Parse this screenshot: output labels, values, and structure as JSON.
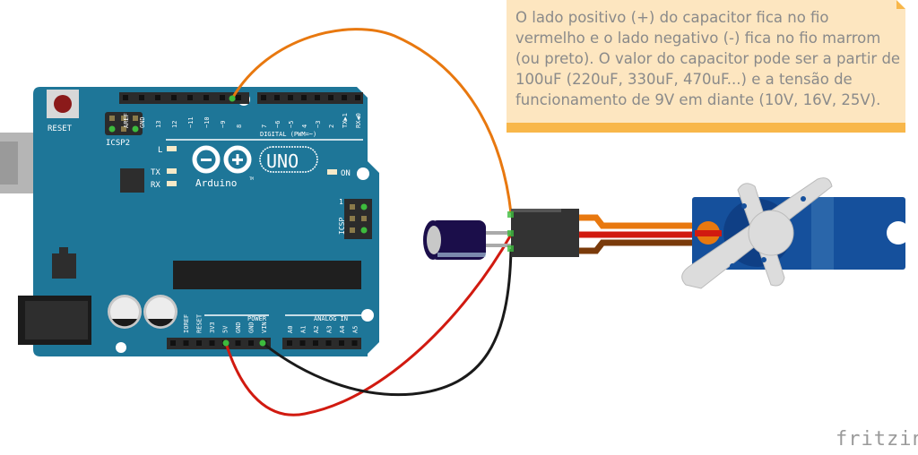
{
  "note": {
    "text": "O lado positivo (+) do capacitor fica no fio vermelho e o lado negativo (-) fica no fio marrom (ou preto). O valor do capacitor pode ser a partir de 100uF (220uF, 330uF, 470uF...) e a tensão de funcionamento de 9V em diante (10V, 16V, 25V)."
  },
  "board": {
    "reset": "RESET",
    "icsp2": "ICSP2",
    "icsp": "ICSP",
    "icsp_pin1": "1",
    "digital": "DIGITAL (PWM=~)",
    "led_l": "L",
    "led_tx": "TX",
    "led_rx": "RX",
    "led_on": "ON",
    "uno": "UNO",
    "arduino": "Arduino",
    "tm": "TM",
    "power": "POWER",
    "analog": "ANALOG IN",
    "digital_pins_left": [
      "AREF",
      "GND",
      "13",
      "12",
      "~11",
      "~10",
      "~9",
      "8"
    ],
    "digital_pins_right": [
      "7",
      "~6",
      "~5",
      "4",
      "~3",
      "2",
      "TX▶1",
      "RX◀0"
    ],
    "power_pins": [
      "IOREF",
      "RESET",
      "3V3",
      "5V",
      "GND",
      "GND",
      "VIN"
    ],
    "analog_pins": [
      "A0",
      "A1",
      "A2",
      "A3",
      "A4",
      "A5"
    ]
  },
  "colors": {
    "board": "#1e7698",
    "wire_signal": "#e8780f",
    "wire_power": "#d11a10",
    "wire_ground": "#1a1a1a",
    "servo": "#15509c",
    "note_bg": "#fde6c0",
    "note_band": "#f8b74a"
  },
  "watermark": "fritzing"
}
